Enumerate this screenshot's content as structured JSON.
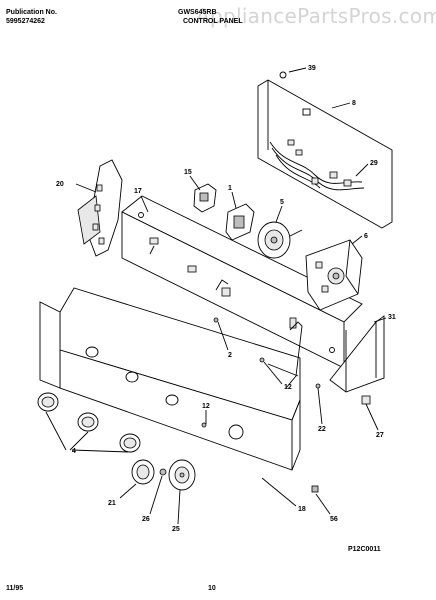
{
  "header": {
    "publication_label": "Publication No.",
    "publication_number": "5995274262",
    "model": "GWS645RB",
    "section_title": "CONTROL PANEL"
  },
  "watermark": "AppliancePartsPros.com",
  "callouts": {
    "c39": "39",
    "c8": "8",
    "c29": "29",
    "c20": "20",
    "c17": "17",
    "c15": "15",
    "c1": "1",
    "c5": "5",
    "c6": "6",
    "c31": "31",
    "c2": "2",
    "c12a": "12",
    "c12b": "12",
    "c22": "22",
    "c27": "27",
    "c4": "4",
    "c21": "21",
    "c26": "26",
    "c25": "25",
    "c18": "18",
    "c56": "56"
  },
  "illustration_id": "P12C0011",
  "footer": {
    "date": "11/95",
    "page_number": "10"
  }
}
